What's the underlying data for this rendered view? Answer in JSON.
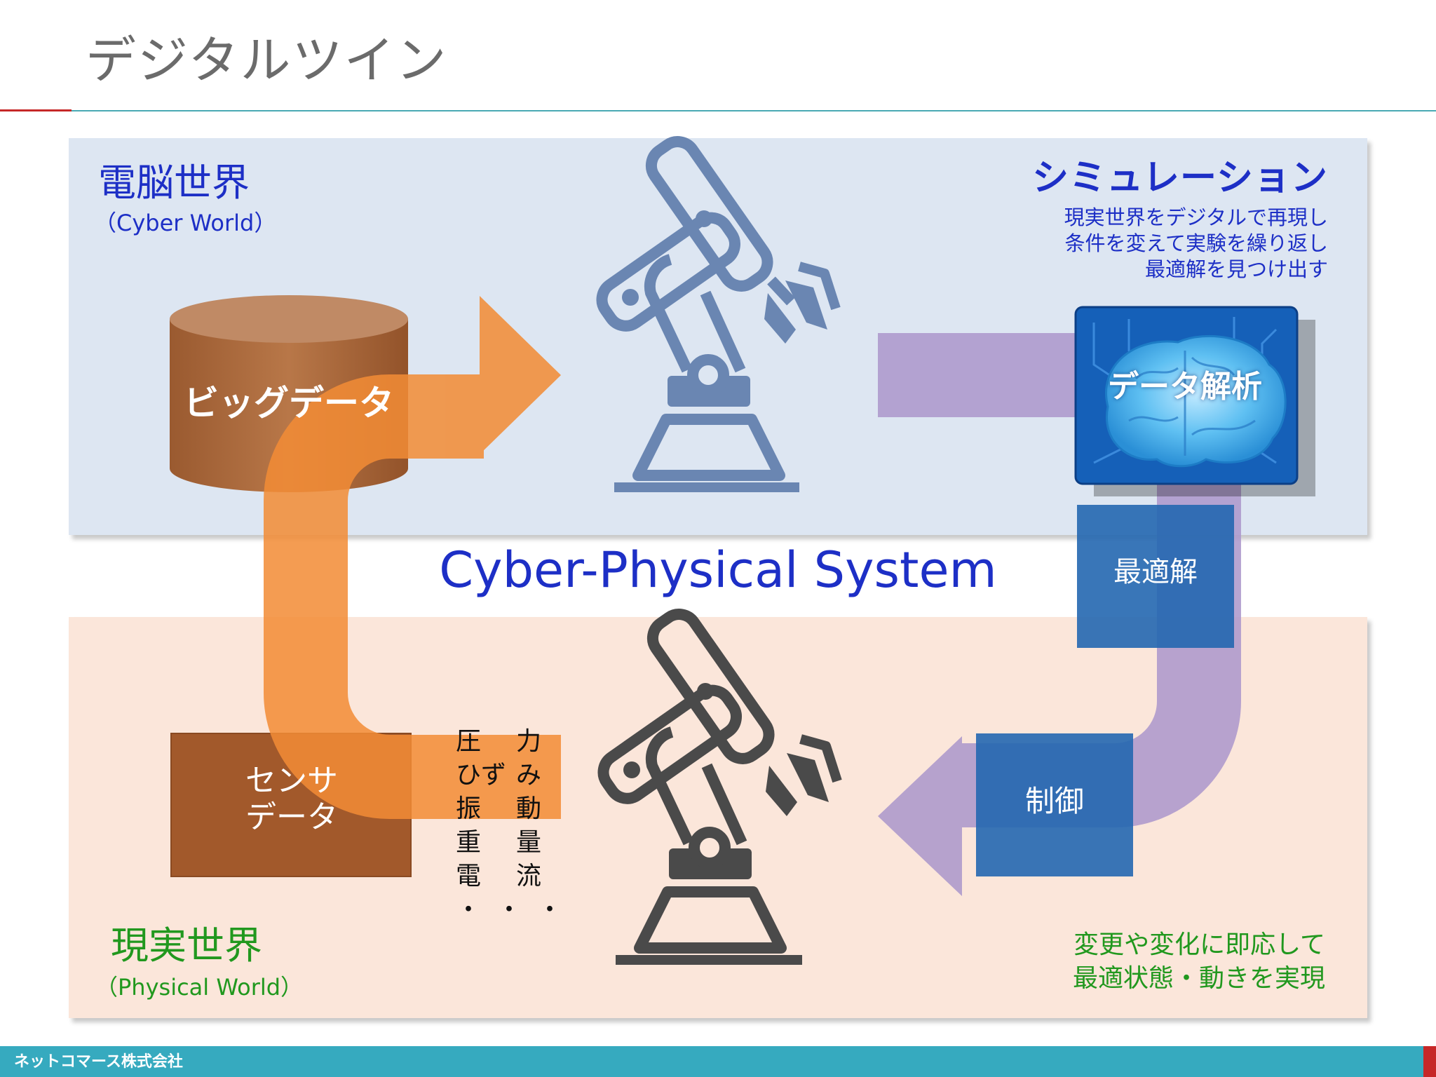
{
  "slide": {
    "title": "デジタルツイン",
    "footer_company": "ネットコマース株式会社"
  },
  "cyber_world": {
    "title": "電脳世界",
    "subtitle": "（Cyber World）"
  },
  "simulation": {
    "title": "シミュレーション",
    "lines": [
      "現実世界をデジタルで再現し",
      "条件を変えて実験を繰り返し",
      "最適解を見つけ出す"
    ]
  },
  "center_label": "Cyber-Physical System",
  "physical_world": {
    "title": "現実世界",
    "subtitle": "（Physical World）"
  },
  "realization": {
    "lines": [
      "変更や変化に即応して",
      "最適状態・動きを実現"
    ]
  },
  "nodes": {
    "big_data": "ビッグデータ",
    "data_analysis": "データ解析",
    "optimal_solution": "最適解",
    "control": "制御",
    "sensor_data": "センサ\nデータ"
  },
  "sensor_items": [
    [
      "圧",
      "力"
    ],
    [
      "ひず",
      "み"
    ],
    [
      "振",
      "動"
    ],
    [
      "重",
      "量"
    ],
    [
      "電",
      "流"
    ],
    [
      "・・・",
      ""
    ]
  ],
  "colors": {
    "accent_blue_text": "#1d2fc6",
    "green_text": "#21981e",
    "orange_arrow": "#f28c35",
    "purple_arrow": "#a895c8",
    "blue_box": "#2467b0",
    "brown_box": "#a0572a",
    "robot_cyber": "#6a86b2",
    "robot_physical": "#4a4a4a",
    "footer_teal": "#36aabf"
  },
  "icons": {
    "robot_cyber": "robot-arm-icon",
    "robot_physical": "robot-arm-icon",
    "brain": "brain-chip-icon",
    "database": "database-cylinder-icon"
  }
}
